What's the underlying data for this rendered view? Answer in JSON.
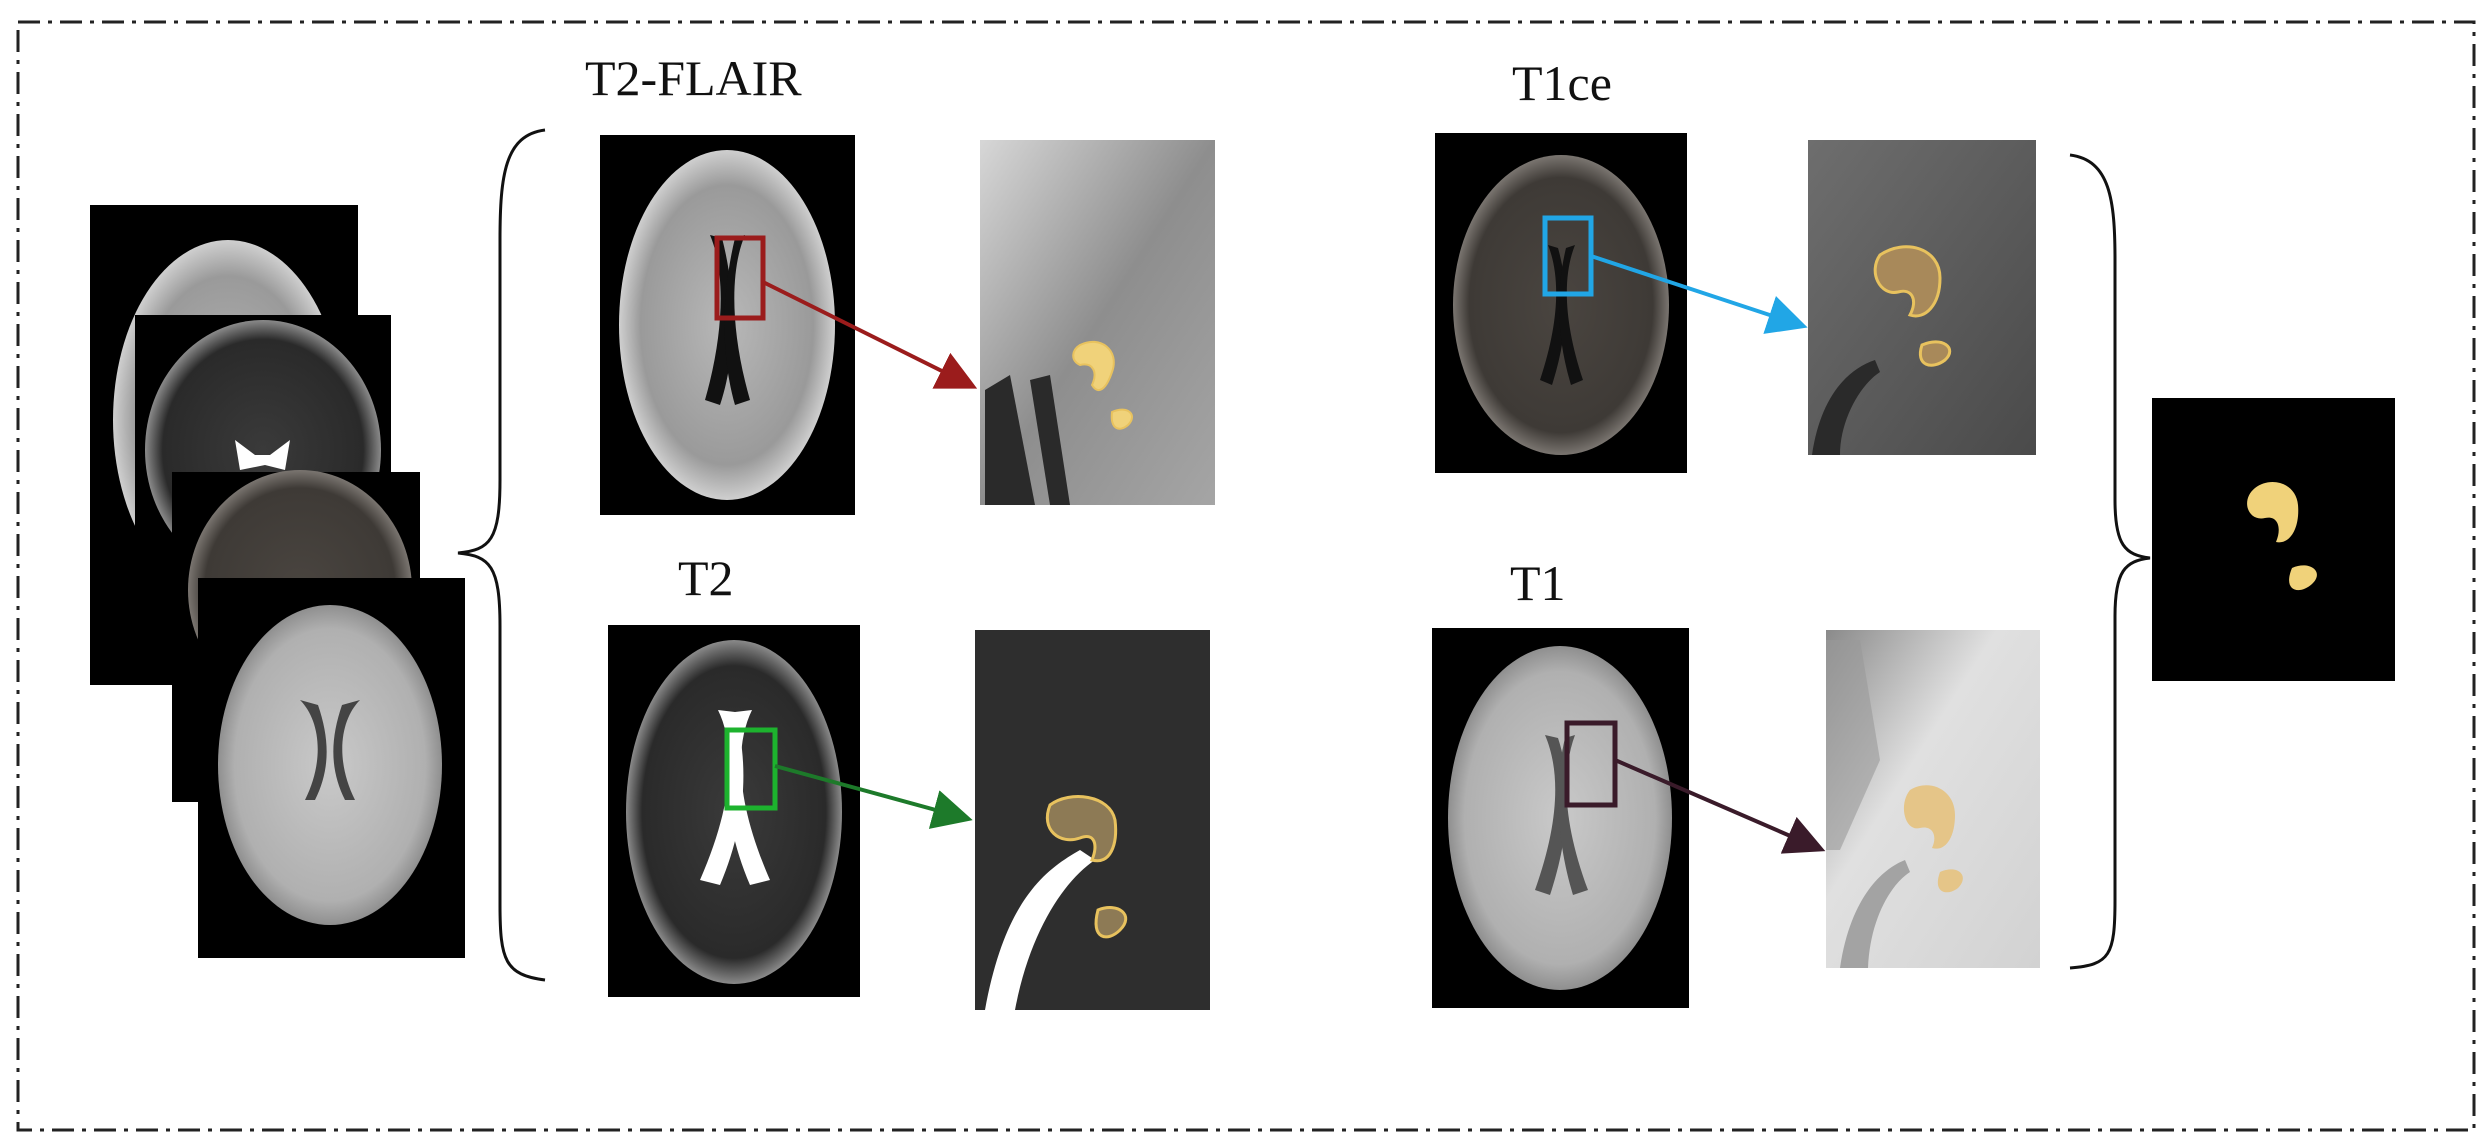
{
  "labels": {
    "flair": "T2-FLAIR",
    "t2": "T2",
    "t1ce": "T1ce",
    "t1": "T1"
  },
  "colors": {
    "background": "#ffffff",
    "frame": "#222222",
    "flair_roi": "#9b1c1c",
    "t2_roi": "#1db32e",
    "t1ce_roi": "#21a6e6",
    "t1_roi": "#3a1b2a",
    "tumor": "#f0d27a",
    "tumor_outline": "#e8c25e"
  },
  "icons": {
    "brain_scan": "brain-mri-slice",
    "zoom_crop": "zoomed-tumor-crop",
    "mask": "segmentation-mask"
  }
}
